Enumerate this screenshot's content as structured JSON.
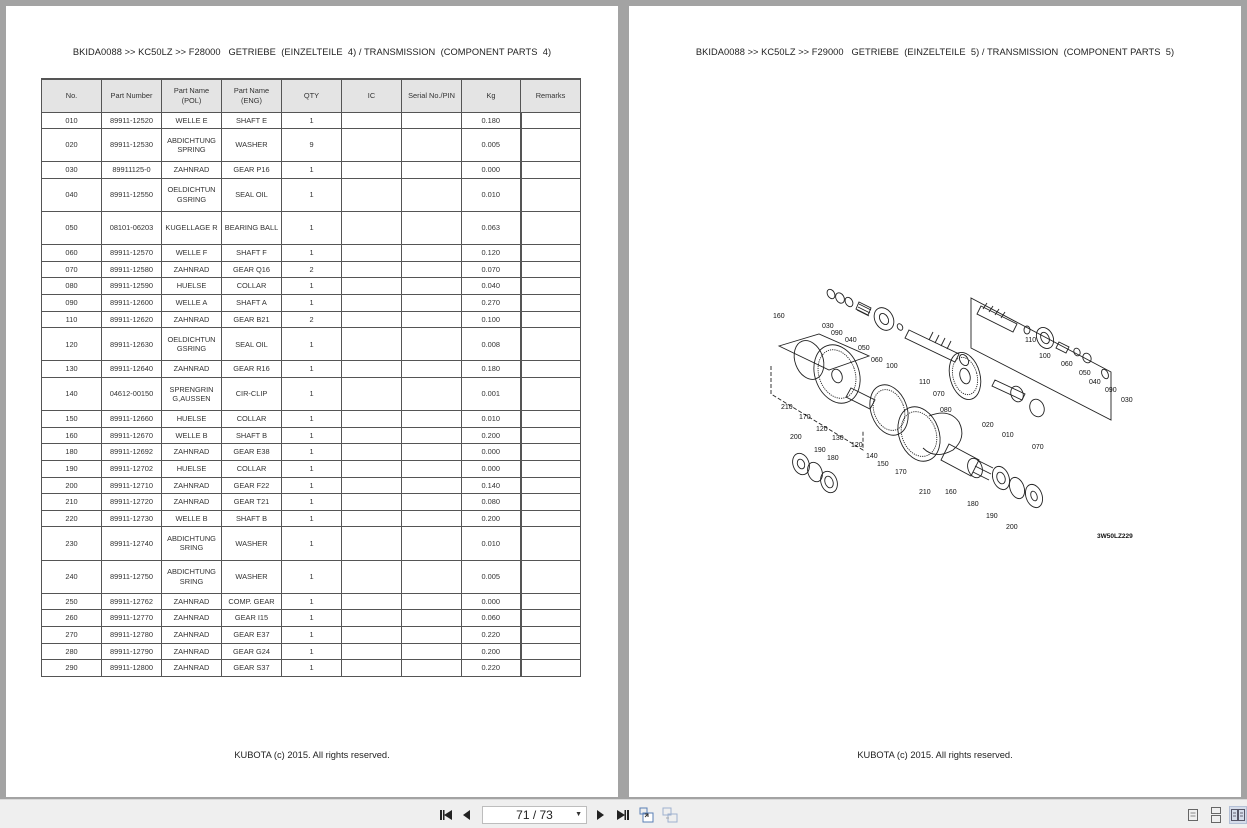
{
  "pages": [
    {
      "header": "BKIDA0088 >> KC50LZ >> F28000   GETRIEBE  (EINZELTEILE  4) / TRANSMISSION  (COMPONENT PARTS  4)",
      "footer": "KUBOTA (c) 2015. All rights reserved.",
      "table": {
        "columns": [
          "No.",
          "Part Number",
          "Part Name\n(POL)",
          "Part Name\n(ENG)",
          "QTY",
          "IC",
          "Serial No./PIN",
          "Kg",
          "Remarks"
        ],
        "rows": [
          {
            "no": "010",
            "part_number": "89911-12520",
            "name_pol": "WELLE E",
            "name_eng": "SHAFT E",
            "qty": "1",
            "ic": "",
            "serial": "",
            "kg": "0.180",
            "remarks": "",
            "tall": false
          },
          {
            "no": "020",
            "part_number": "89911-12530",
            "name_pol": "ABDICHTUNG SPRING",
            "name_eng": "WASHER",
            "qty": "9",
            "ic": "",
            "serial": "",
            "kg": "0.005",
            "remarks": "",
            "tall": true
          },
          {
            "no": "030",
            "part_number": "89911125-0",
            "name_pol": "ZAHNRAD",
            "name_eng": "GEAR P16",
            "qty": "1",
            "ic": "",
            "serial": "",
            "kg": "0.000",
            "remarks": "",
            "tall": false
          },
          {
            "no": "040",
            "part_number": "89911-12550",
            "name_pol": "OELDICHTUN GSRING",
            "name_eng": "SEAL OIL",
            "qty": "1",
            "ic": "",
            "serial": "",
            "kg": "0.010",
            "remarks": "",
            "tall": true
          },
          {
            "no": "050",
            "part_number": "08101-06203",
            "name_pol": "KUGELLAGE R",
            "name_eng": "BEARING BALL",
            "qty": "1",
            "ic": "",
            "serial": "",
            "kg": "0.063",
            "remarks": "",
            "tall": true
          },
          {
            "no": "060",
            "part_number": "89911-12570",
            "name_pol": "WELLE F",
            "name_eng": "SHAFT F",
            "qty": "1",
            "ic": "",
            "serial": "",
            "kg": "0.120",
            "remarks": "",
            "tall": false
          },
          {
            "no": "070",
            "part_number": "89911-12580",
            "name_pol": "ZAHNRAD",
            "name_eng": "GEAR Q16",
            "qty": "2",
            "ic": "",
            "serial": "",
            "kg": "0.070",
            "remarks": "",
            "tall": false
          },
          {
            "no": "080",
            "part_number": "89911-12590",
            "name_pol": "HUELSE",
            "name_eng": "COLLAR",
            "qty": "1",
            "ic": "",
            "serial": "",
            "kg": "0.040",
            "remarks": "",
            "tall": false
          },
          {
            "no": "090",
            "part_number": "89911-12600",
            "name_pol": "WELLE A",
            "name_eng": "SHAFT A",
            "qty": "1",
            "ic": "",
            "serial": "",
            "kg": "0.270",
            "remarks": "",
            "tall": false
          },
          {
            "no": "110",
            "part_number": "89911-12620",
            "name_pol": "ZAHNRAD",
            "name_eng": "GEAR B21",
            "qty": "2",
            "ic": "",
            "serial": "",
            "kg": "0.100",
            "remarks": "",
            "tall": false
          },
          {
            "no": "120",
            "part_number": "89911-12630",
            "name_pol": "OELDICHTUN GSRING",
            "name_eng": "SEAL OIL",
            "qty": "1",
            "ic": "",
            "serial": "",
            "kg": "0.008",
            "remarks": "",
            "tall": true
          },
          {
            "no": "130",
            "part_number": "89911-12640",
            "name_pol": "ZAHNRAD",
            "name_eng": "GEAR R16",
            "qty": "1",
            "ic": "",
            "serial": "",
            "kg": "0.180",
            "remarks": "",
            "tall": false
          },
          {
            "no": "140",
            "part_number": "04612-00150",
            "name_pol": "SPRENGRIN G,AUSSEN",
            "name_eng": "CIR-CLIP",
            "qty": "1",
            "ic": "",
            "serial": "",
            "kg": "0.001",
            "remarks": "",
            "tall": true
          },
          {
            "no": "150",
            "part_number": "89911-12660",
            "name_pol": "HUELSE",
            "name_eng": "COLLAR",
            "qty": "1",
            "ic": "",
            "serial": "",
            "kg": "0.010",
            "remarks": "",
            "tall": false
          },
          {
            "no": "160",
            "part_number": "89911-12670",
            "name_pol": "WELLE B",
            "name_eng": "SHAFT B",
            "qty": "1",
            "ic": "",
            "serial": "",
            "kg": "0.200",
            "remarks": "",
            "tall": false
          },
          {
            "no": "180",
            "part_number": "89911-12692",
            "name_pol": "ZAHNRAD",
            "name_eng": "GEAR E38",
            "qty": "1",
            "ic": "",
            "serial": "",
            "kg": "0.000",
            "remarks": "",
            "tall": false
          },
          {
            "no": "190",
            "part_number": "89911-12702",
            "name_pol": "HUELSE",
            "name_eng": "COLLAR",
            "qty": "1",
            "ic": "",
            "serial": "",
            "kg": "0.000",
            "remarks": "",
            "tall": false
          },
          {
            "no": "200",
            "part_number": "89911-12710",
            "name_pol": "ZAHNRAD",
            "name_eng": "GEAR F22",
            "qty": "1",
            "ic": "",
            "serial": "",
            "kg": "0.140",
            "remarks": "",
            "tall": false
          },
          {
            "no": "210",
            "part_number": "89911-12720",
            "name_pol": "ZAHNRAD",
            "name_eng": "GEAR T21",
            "qty": "1",
            "ic": "",
            "serial": "",
            "kg": "0.080",
            "remarks": "",
            "tall": false
          },
          {
            "no": "220",
            "part_number": "89911-12730",
            "name_pol": "WELLE B",
            "name_eng": "SHAFT B",
            "qty": "1",
            "ic": "",
            "serial": "",
            "kg": "0.200",
            "remarks": "",
            "tall": false
          },
          {
            "no": "230",
            "part_number": "89911-12740",
            "name_pol": "ABDICHTUNG SRING",
            "name_eng": "WASHER",
            "qty": "1",
            "ic": "",
            "serial": "",
            "kg": "0.010",
            "remarks": "",
            "tall": true
          },
          {
            "no": "240",
            "part_number": "89911-12750",
            "name_pol": "ABDICHTUNG SRING",
            "name_eng": "WASHER",
            "qty": "1",
            "ic": "",
            "serial": "",
            "kg": "0.005",
            "remarks": "",
            "tall": true
          },
          {
            "no": "250",
            "part_number": "89911-12762",
            "name_pol": "ZAHNRAD",
            "name_eng": "COMP. GEAR",
            "qty": "1",
            "ic": "",
            "serial": "",
            "kg": "0.000",
            "remarks": "",
            "tall": false
          },
          {
            "no": "260",
            "part_number": "89911-12770",
            "name_pol": "ZAHNRAD",
            "name_eng": "GEAR I15",
            "qty": "1",
            "ic": "",
            "serial": "",
            "kg": "0.060",
            "remarks": "",
            "tall": false
          },
          {
            "no": "270",
            "part_number": "89911-12780",
            "name_pol": "ZAHNRAD",
            "name_eng": "GEAR E37",
            "qty": "1",
            "ic": "",
            "serial": "",
            "kg": "0.220",
            "remarks": "",
            "tall": false
          },
          {
            "no": "280",
            "part_number": "89911-12790",
            "name_pol": "ZAHNRAD",
            "name_eng": "GEAR G24",
            "qty": "1",
            "ic": "",
            "serial": "",
            "kg": "0.200",
            "remarks": "",
            "tall": false
          },
          {
            "no": "290",
            "part_number": "89911-12800",
            "name_pol": "ZAHNRAD",
            "name_eng": "GEAR S37",
            "qty": "1",
            "ic": "",
            "serial": "",
            "kg": "0.220",
            "remarks": "",
            "tall": false
          }
        ]
      }
    },
    {
      "header": "BKIDA0088 >> KC50LZ >> F29000   GETRIEBE  (EINZELTEILE  5) / TRANSMISSION  (COMPONENT PARTS  5)",
      "footer": "KUBOTA (c) 2015. All rights reserved.",
      "diagram": {
        "code": "3W50LZ229",
        "labels": [
          "160",
          "030",
          "090",
          "040",
          "050",
          "060",
          "100",
          "110",
          "070",
          "080",
          "020",
          "010",
          "210",
          "170",
          "120",
          "130",
          "140",
          "150",
          "200",
          "190",
          "180"
        ]
      }
    }
  ],
  "toolbar": {
    "first_icon": "first-page-icon",
    "prev_icon": "prev-page-icon",
    "page_indicator": "71 / 73",
    "next_icon": "next-page-icon",
    "last_icon": "last-page-icon",
    "fit_icon": "fit-page-icon",
    "rotate_icon": "rotate-view-icon",
    "view_modes": [
      "single-page-icon",
      "continuous-page-icon",
      "two-page-icon"
    ],
    "active_view_mode": "two-page-icon"
  }
}
